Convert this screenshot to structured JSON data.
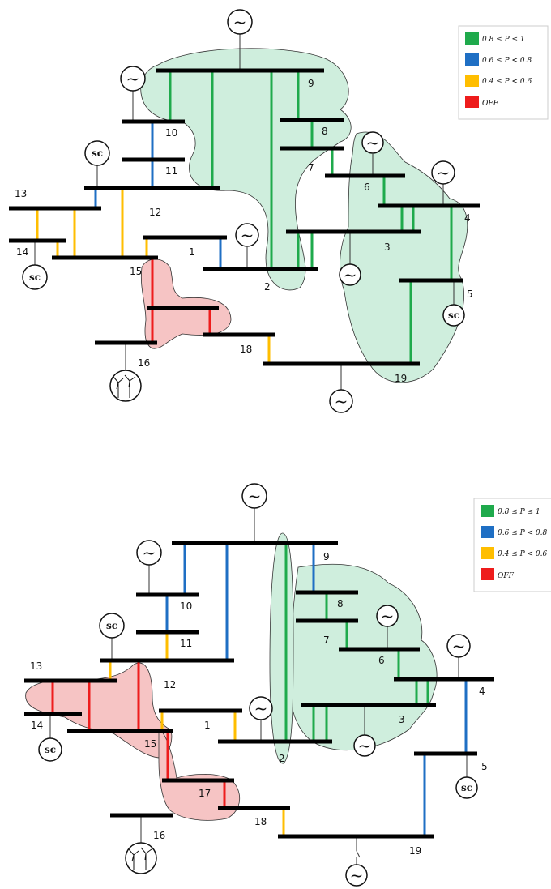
{
  "colors": {
    "green": "#1faa4c",
    "blue": "#1f6fc4",
    "yellow": "#ffbe00",
    "red": "#ee1c1c",
    "zone_green": "#cfeedd",
    "zone_red": "#f6c4c4",
    "bus": "#000000"
  },
  "legend": [
    {
      "color": "green",
      "label": "0.8 ≤ P ≤ 1"
    },
    {
      "color": "blue",
      "label": "0.6 ≤ P < 0.8"
    },
    {
      "color": "yellow",
      "label": "0.4 ≤ P < 0.6"
    },
    {
      "color": "red",
      "label": "OFF"
    }
  ],
  "symbols": {
    "generator": "~",
    "synchronous_condenser": "sc"
  },
  "top": {
    "bus_labels": [
      "9",
      "10",
      "8",
      "7",
      "11",
      "6",
      "13",
      "12",
      "4",
      "3",
      "14",
      "1",
      "15",
      "2",
      "5",
      "18",
      "16",
      "19"
    ],
    "line_colors": [
      "green",
      "green",
      "green",
      "green",
      "green",
      "green",
      "green",
      "green",
      "green",
      "green",
      "green",
      "green",
      "green",
      "green",
      "blue",
      "blue",
      "blue",
      "yellow",
      "yellow",
      "yellow",
      "yellow",
      "yellow",
      "yellow",
      "red",
      "red",
      "red"
    ]
  },
  "bottom": {
    "bus_labels": [
      "9",
      "10",
      "8",
      "7",
      "11",
      "6",
      "13",
      "12",
      "4",
      "3",
      "14",
      "1",
      "15",
      "2",
      "5",
      "17",
      "18",
      "16",
      "19"
    ],
    "line_colors": [
      "blue",
      "blue",
      "blue",
      "blue",
      "green",
      "green",
      "green",
      "green",
      "green",
      "green",
      "green",
      "green",
      "blue",
      "blue",
      "yellow",
      "yellow",
      "yellow",
      "yellow",
      "yellow",
      "red",
      "red",
      "red",
      "red",
      "red"
    ]
  }
}
